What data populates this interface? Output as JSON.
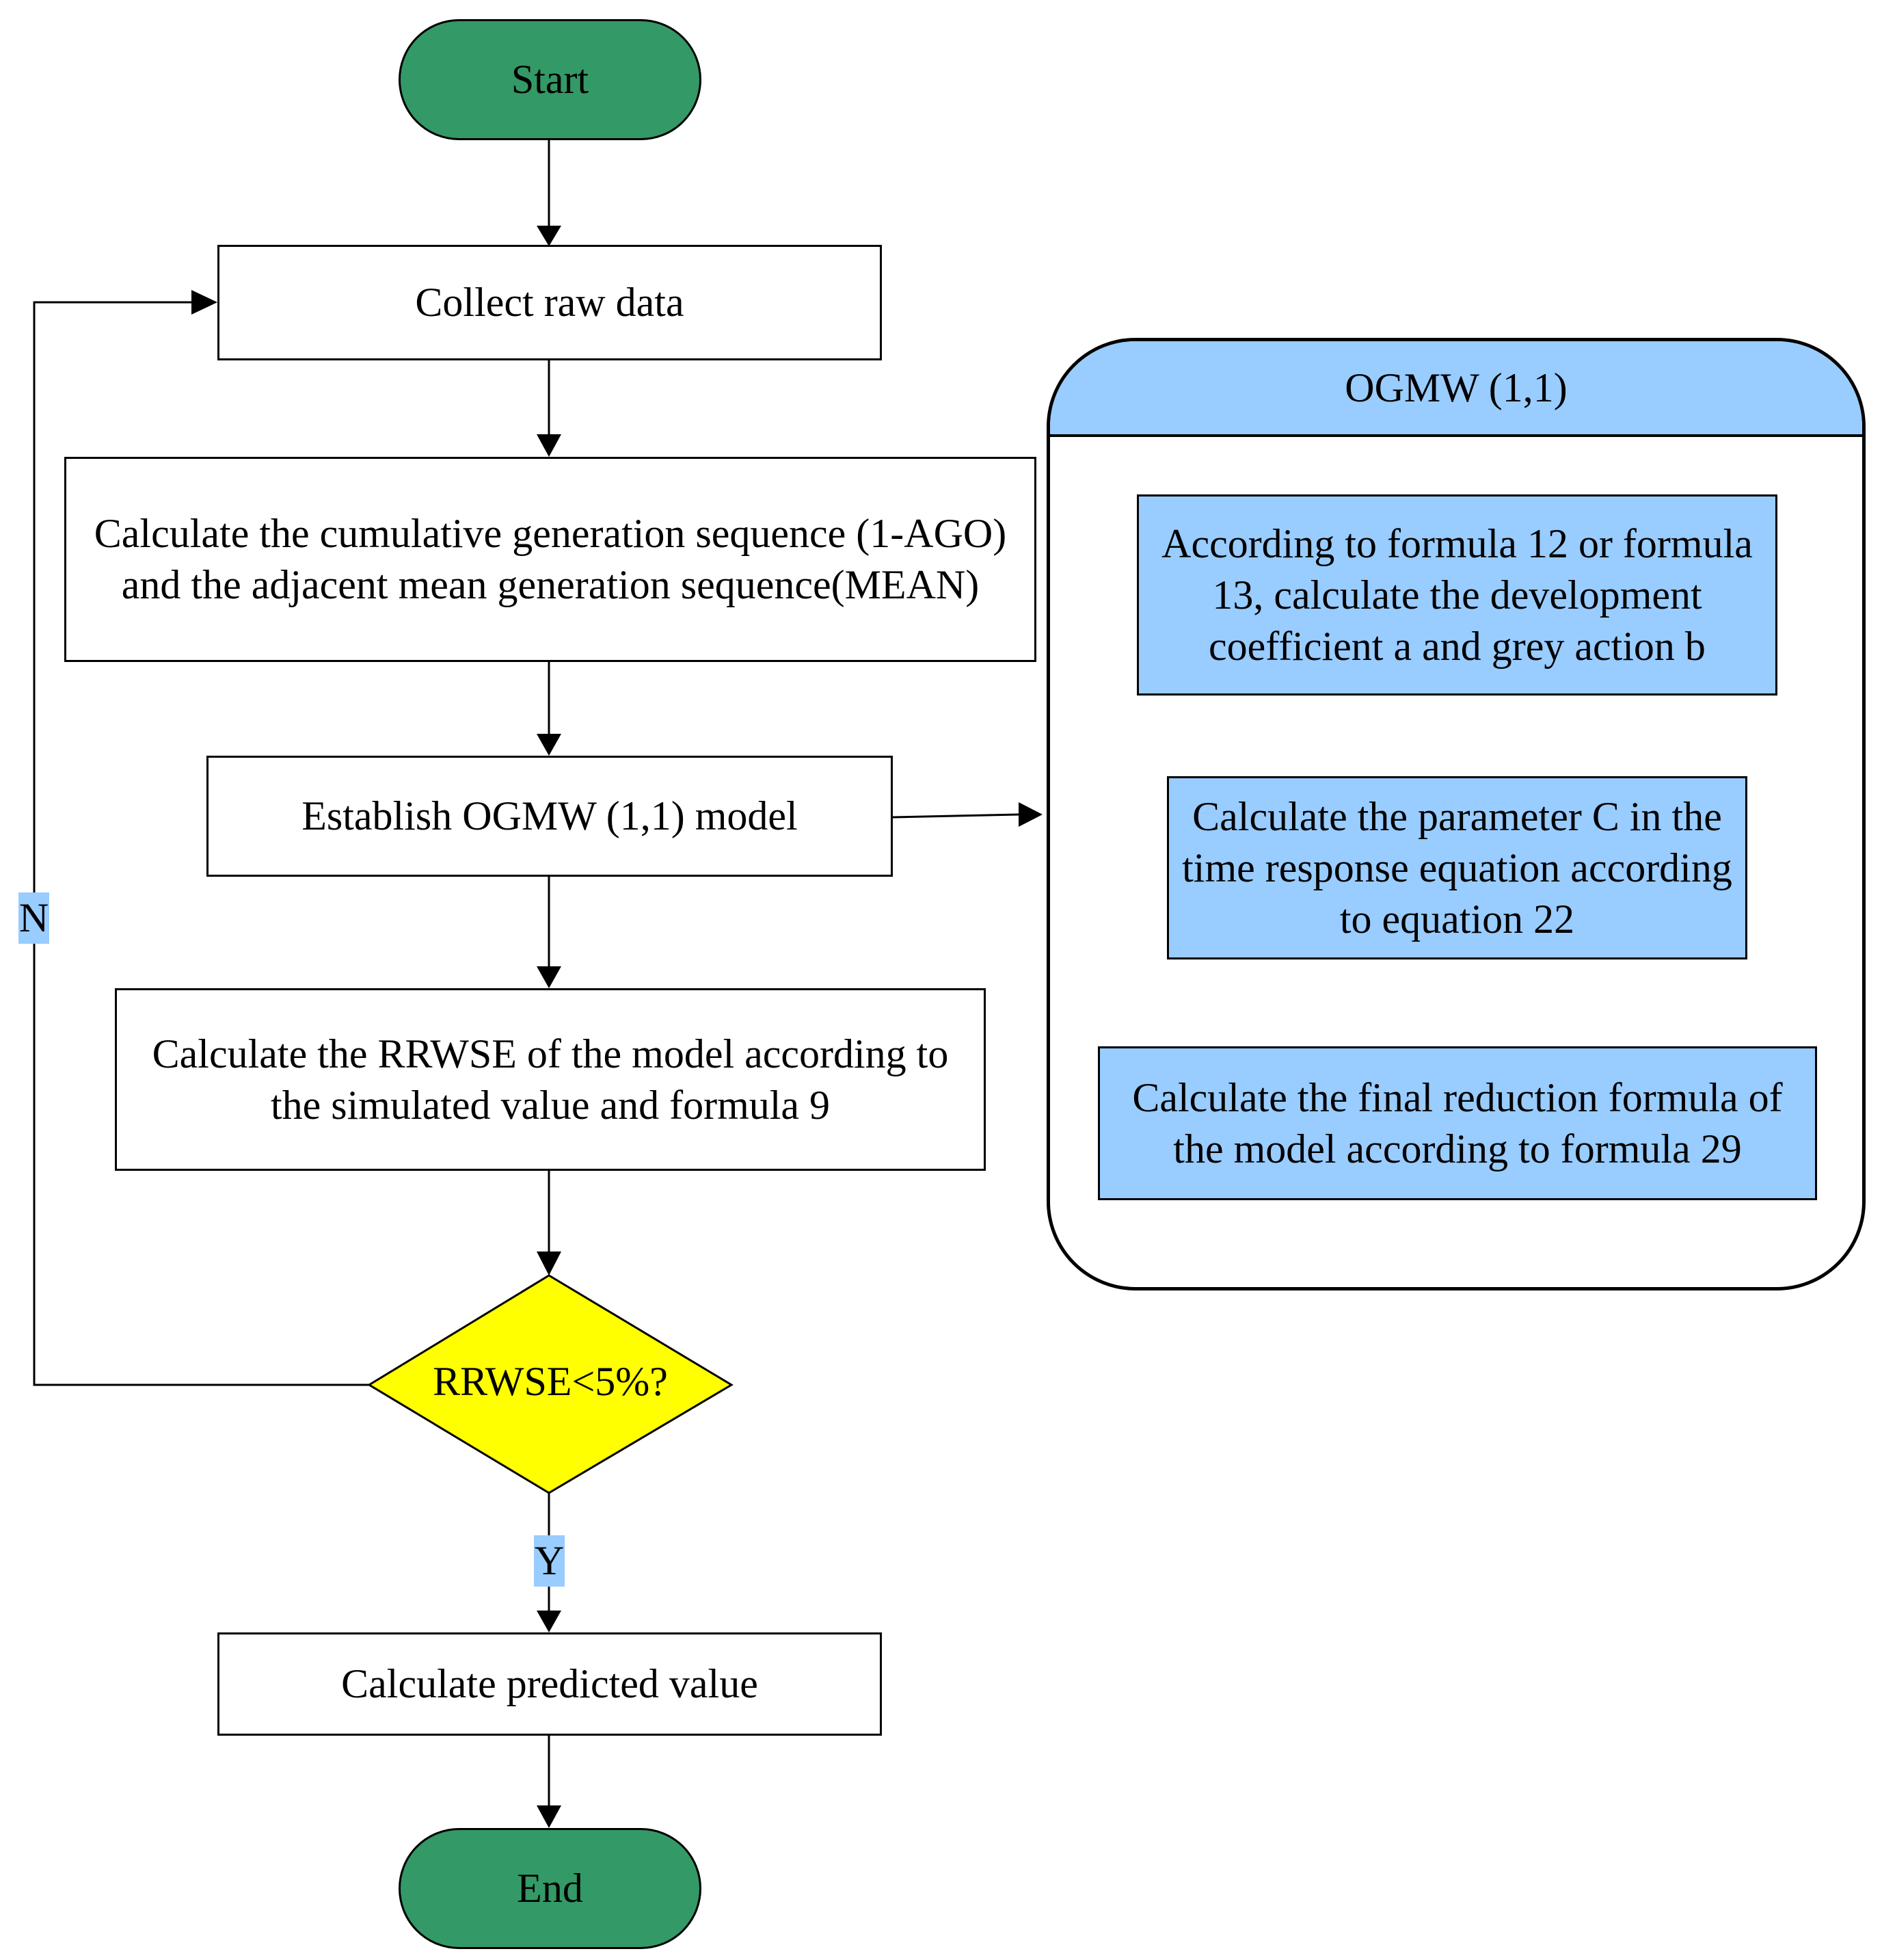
{
  "nodes": {
    "start": "Start",
    "collect": "Collect raw data",
    "calc_sequence": "Calculate the cumulative generation sequence (1-AGO) and the adjacent mean generation sequence(MEAN)",
    "establish": "Establish OGMW (1,1) model",
    "calc_rrwse": "Calculate the RRWSE of the model according to the simulated value and formula 9",
    "decision": "RRWSE<5%?",
    "predict": "Calculate predicted value",
    "end": "End"
  },
  "panel": {
    "title": "OGMW (1,1)",
    "steps": [
      "According to formula 12 or formula 13, calculate the development coefficient a and grey action b",
      "Calculate the parameter C in the time response equation according to equation 22",
      "Calculate the final reduction formula of the model according to formula 29"
    ]
  },
  "edge_labels": {
    "no": "N",
    "yes": "Y"
  },
  "colors": {
    "terminal": "#339966",
    "process": "#ffffff",
    "panel_accent": "#99ccff",
    "decision": "#ffff00",
    "line": "#000000"
  }
}
